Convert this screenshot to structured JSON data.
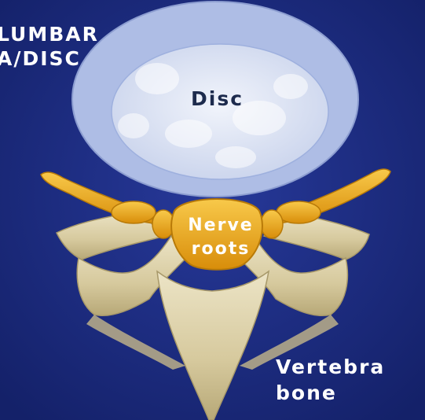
{
  "title": {
    "line1": "LUMBAR",
    "line2": "A/DISC"
  },
  "labels": {
    "disc": "Disc",
    "nerve_line1": "Nerve",
    "nerve_line2": "roots",
    "vertebra_line1": "Vertebra",
    "vertebra_line2": "bone"
  },
  "colors": {
    "background": "#1e2f7f",
    "disc_outer": "#b3c1e6",
    "disc_inner": "#e6ebf5",
    "nerve": "#e7a611",
    "bone": "#d9cda4"
  }
}
